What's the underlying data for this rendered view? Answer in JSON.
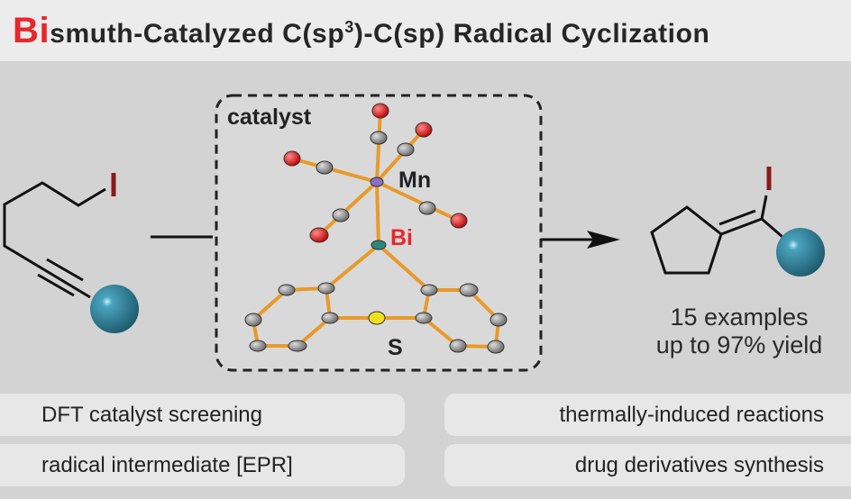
{
  "title": {
    "highlight": "Bi",
    "rest_before_sup": "smuth-Catalyzed C(sp",
    "sup": "3",
    "rest_after_sup": ")-C(sp) Radical Cyclization"
  },
  "substrate": {
    "halogen_label": "I"
  },
  "catalyst": {
    "box_label": "catalyst",
    "metal_label": "Mn",
    "bismuth_label": "Bi",
    "sulfur_label": "S"
  },
  "product": {
    "halogen_label": "I",
    "examples": "15 examples",
    "yield": "up to 97% yield"
  },
  "features": {
    "left": [
      "DFT catalyst screening",
      "radical intermediate [EPR]"
    ],
    "right": [
      "thermally-induced reactions",
      "drug derivatives synthesis"
    ]
  },
  "colors": {
    "accent": "#e8262b",
    "ball": "#2e7d96",
    "bond": "#f0a030",
    "oxygen": "#d81e1e",
    "iodine": "#8b1a1a"
  }
}
